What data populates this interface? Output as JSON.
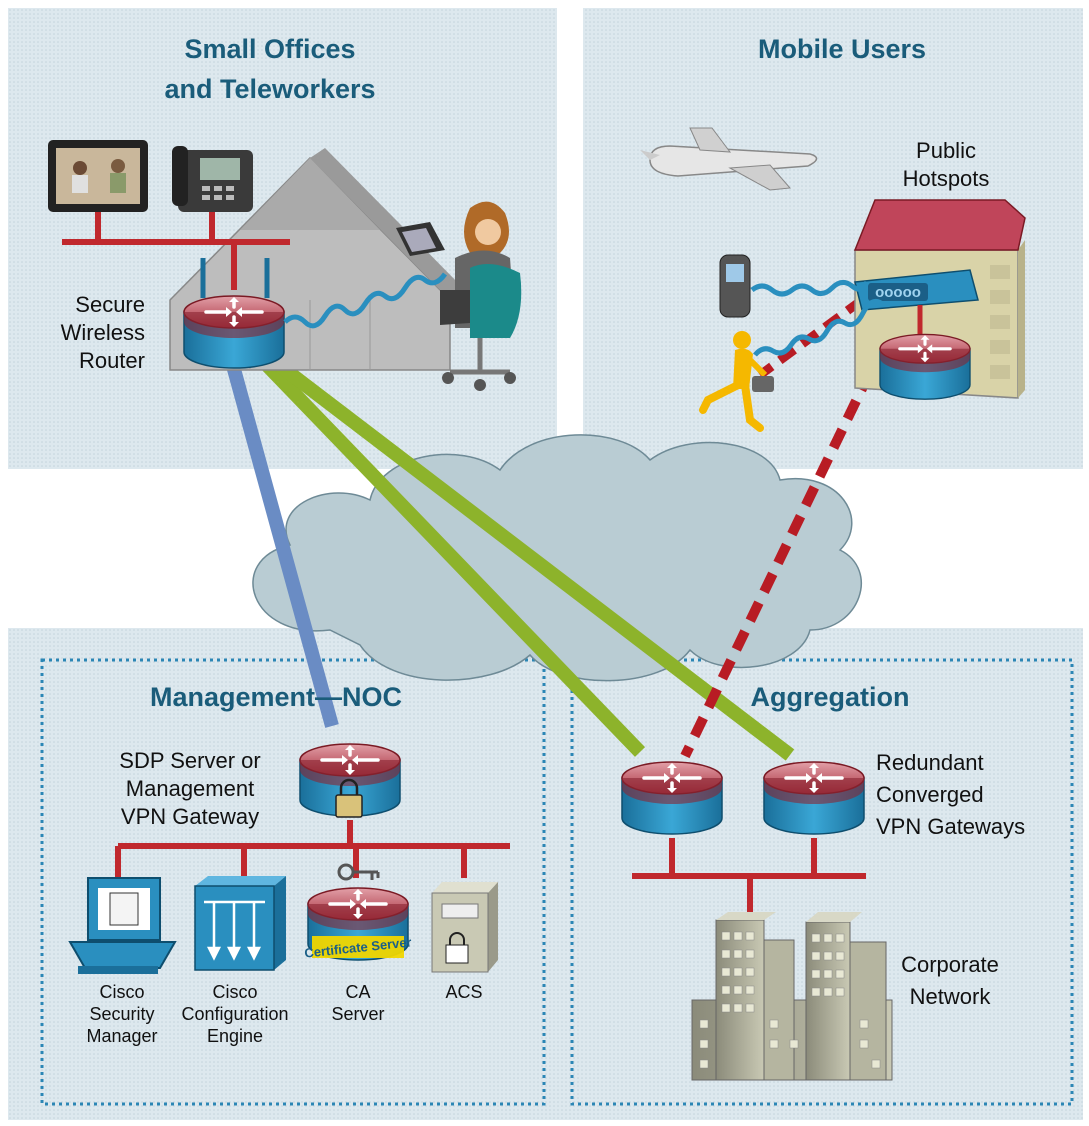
{
  "regions": {
    "small_offices": {
      "title_line1": "Small Offices",
      "title_line2": "and Teleworkers"
    },
    "mobile_users": {
      "title": "Mobile Users"
    },
    "management": {
      "title": "Management—NOC"
    },
    "aggregation": {
      "title": "Aggregation"
    }
  },
  "labels": {
    "secure_router": [
      "Secure",
      "Wireless",
      "Router"
    ],
    "public_hotspots": [
      "Public",
      "Hotspots"
    ],
    "sdp_server": [
      "SDP Server or",
      "Management",
      "VPN Gateway"
    ],
    "redundant_gateways": [
      "Redundant",
      "Converged",
      "VPN Gateways"
    ],
    "corporate_network": [
      "Corporate",
      "Network"
    ],
    "certificate_badge": "Certificate Server"
  },
  "devices": [
    {
      "lines": [
        "Cisco",
        "Security",
        "Manager"
      ]
    },
    {
      "lines": [
        "Cisco",
        "Configuration",
        "Engine"
      ]
    },
    {
      "lines": [
        "CA",
        "Server"
      ]
    },
    {
      "lines": [
        "ACS"
      ]
    }
  ],
  "colors": {
    "region_bg": "#dde8ee",
    "title": "#1a5c7a",
    "router_top": "#a8303e",
    "router_body": "#2a8fbf",
    "link_blue": "#6a8cc4",
    "link_green": "#8db32b",
    "link_red_dashed": "#b81c24",
    "lan_red": "#c0282d",
    "cloud": "#b9ccd3"
  }
}
